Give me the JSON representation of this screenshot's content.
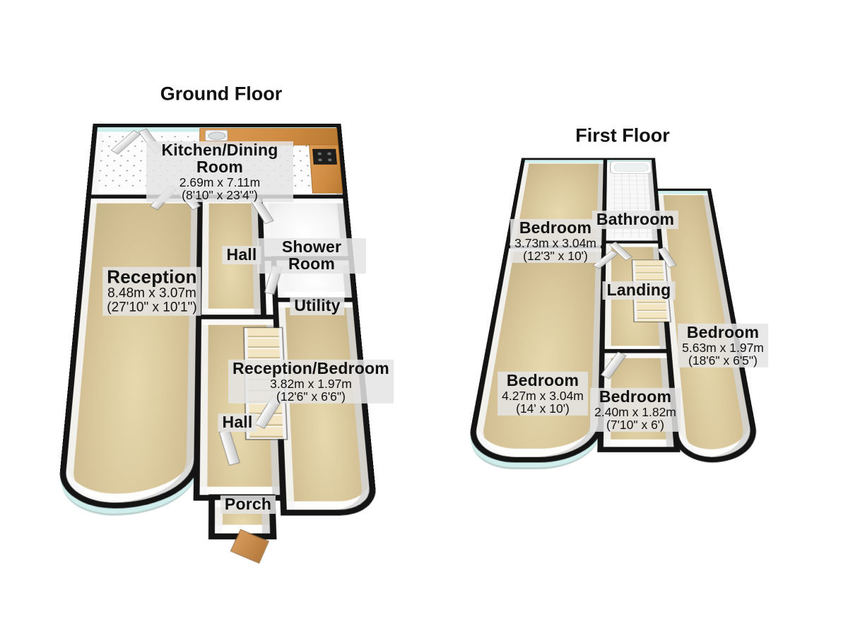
{
  "page": {
    "background": "#ffffff"
  },
  "colors": {
    "wall": "#141414",
    "floor": "#d6c498",
    "tile": "#f4f4f4",
    "glass": "#cfeeec",
    "counter": "#cf8b42",
    "label_bg": "#e4e4e4"
  },
  "ground_floor": {
    "title": "Ground Floor",
    "rooms": {
      "kitchen": {
        "name": "Kitchen/Dining Room",
        "metric": "2.69m x 7.11m",
        "imperial": "(8'10\" x 23'4\")"
      },
      "reception": {
        "name": "Reception",
        "metric": "8.48m x 3.07m",
        "imperial": "(27'10\" x 10'1\")"
      },
      "hall_upper": {
        "name": "Hall"
      },
      "shower_room": {
        "name": "Shower Room"
      },
      "utility": {
        "name": "Utility"
      },
      "reception_bedroom": {
        "name": "Reception/Bedroom",
        "metric": "3.82m x 1.97m",
        "imperial": "(12'6\" x 6'6\")"
      },
      "hall_lower": {
        "name": "Hall"
      },
      "porch": {
        "name": "Porch"
      }
    }
  },
  "first_floor": {
    "title": "First Floor",
    "rooms": {
      "bedroom_front": {
        "name": "Bedroom",
        "metric": "3.73m x 3.04m",
        "imperial": "(12'3\" x 10')"
      },
      "bathroom": {
        "name": "Bathroom"
      },
      "landing": {
        "name": "Landing"
      },
      "bedroom_right": {
        "name": "Bedroom",
        "metric": "5.63m x 1.97m",
        "imperial": "(18'6\" x 6'5\")"
      },
      "bedroom_main": {
        "name": "Bedroom",
        "metric": "4.27m x 3.04m",
        "imperial": "(14' x 10')"
      },
      "bedroom_small": {
        "name": "Bedroom",
        "metric": "2.40m x 1.82m",
        "imperial": "(7'10\" x 6')"
      }
    }
  }
}
